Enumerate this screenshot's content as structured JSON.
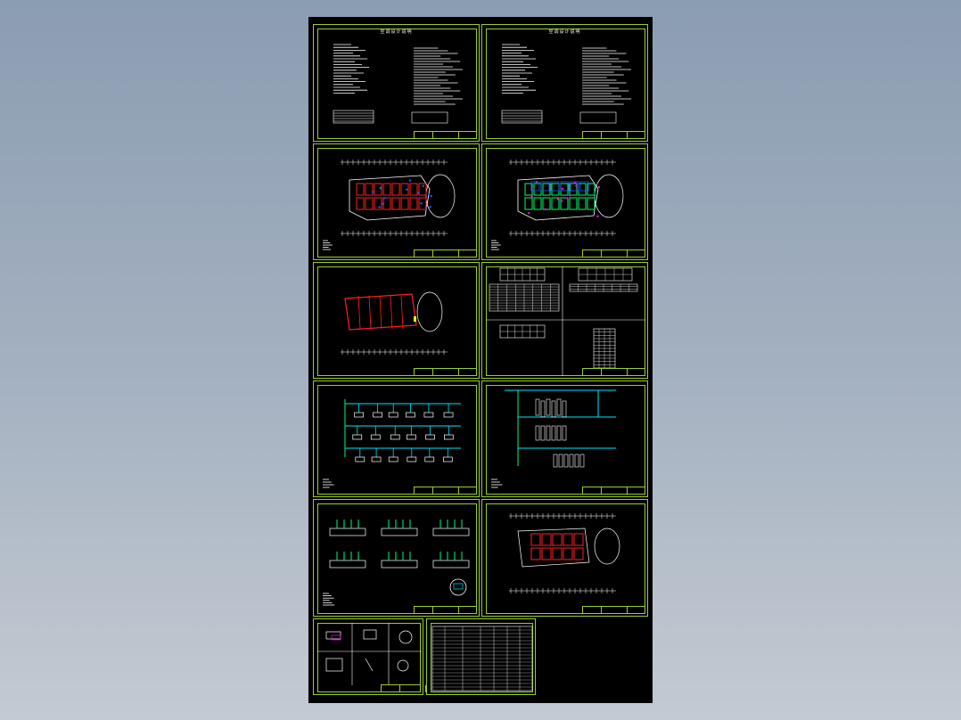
{
  "colors": {
    "background_top": "#8b9db2",
    "background_bottom": "#c4cad2",
    "canvas": "#000000",
    "frame": "#9acd32",
    "line_white": "#ffffff",
    "red": "#ff2020",
    "cyan": "#00e5ff",
    "magenta": "#ff00ff",
    "green": "#00ff66",
    "blue": "#3355ff",
    "yellow": "#ffff00"
  },
  "sheets": [
    {
      "id": "s1",
      "title": "空调设计说明",
      "kind": "notes"
    },
    {
      "id": "s2",
      "title": "空调设计说明",
      "kind": "notes"
    },
    {
      "id": "s3",
      "title": "",
      "kind": "plan-red"
    },
    {
      "id": "s4",
      "title": "",
      "kind": "plan-green"
    },
    {
      "id": "s5",
      "title": "",
      "kind": "plan-red-small"
    },
    {
      "id": "s6",
      "title": "",
      "kind": "tables"
    },
    {
      "id": "s7",
      "title": "",
      "kind": "system-cyan"
    },
    {
      "id": "s8",
      "title": "",
      "kind": "system-cyan-2"
    },
    {
      "id": "s9",
      "title": "",
      "kind": "details"
    },
    {
      "id": "s10",
      "title": "",
      "kind": "plan-red-2"
    },
    {
      "id": "s11",
      "title": "",
      "kind": "detail-grid"
    },
    {
      "id": "s12",
      "title": "",
      "kind": "schedule"
    }
  ]
}
